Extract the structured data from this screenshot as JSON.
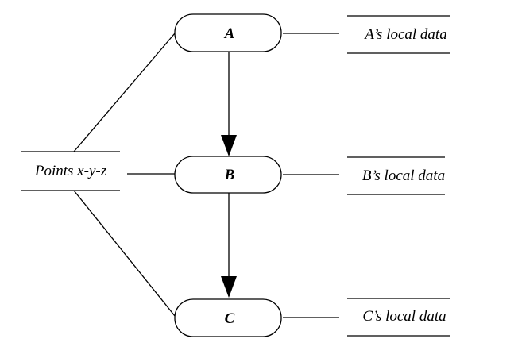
{
  "diagram": {
    "nodes": [
      {
        "id": "A",
        "label": "A"
      },
      {
        "id": "B",
        "label": "B"
      },
      {
        "id": "C",
        "label": "C"
      }
    ],
    "data_stores": {
      "points": "Points x-y-z",
      "a_local": "A’s local data",
      "b_local": "B’s local data",
      "c_local": "C’s local data"
    },
    "edges": [
      {
        "from": "A",
        "to": "B",
        "directed": true
      },
      {
        "from": "B",
        "to": "C",
        "directed": true
      },
      {
        "from": "Points x-y-z",
        "to": "A",
        "directed": false
      },
      {
        "from": "Points x-y-z",
        "to": "B",
        "directed": false
      },
      {
        "from": "Points x-y-z",
        "to": "C",
        "directed": false
      },
      {
        "from": "A",
        "to": "A’s local data",
        "directed": false
      },
      {
        "from": "B",
        "to": "B’s local data",
        "directed": false
      },
      {
        "from": "C",
        "to": "C’s local data",
        "directed": false
      }
    ]
  }
}
